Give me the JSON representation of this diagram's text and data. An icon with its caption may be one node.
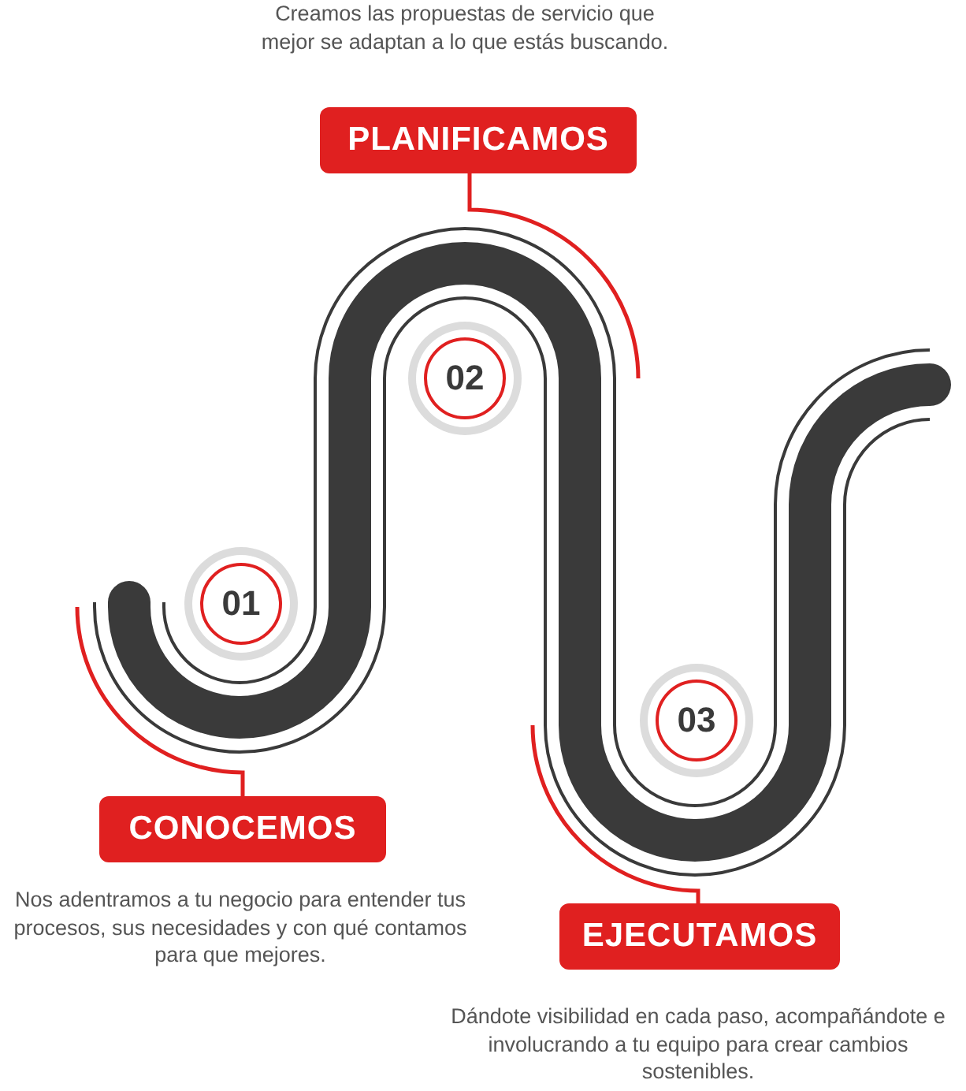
{
  "diagram": {
    "nodes": [
      {
        "text": [
          "01"
        ]
      },
      {
        "text": [
          "CONOCEMOS"
        ],
        "beside": [
          "Nos adentramos a tu negocio para entender tus procesos, sus necesidades y con qué contamos para que mejores."
        ]
      },
      {
        "text": [
          "02"
        ]
      },
      {
        "text": [
          "PLANIFICAMOS"
        ],
        "beside": [
          "Creamos las propuestas de servicio que mejor se adaptan a lo que estás buscando."
        ]
      },
      {
        "text": [
          "03"
        ]
      },
      {
        "text": [
          "EJECUTAMOS"
        ],
        "beside": [
          "Dándote visibilidad en cada paso, acompañándote e involucrando a tu equipo para crear cambios sostenibles."
        ]
      }
    ],
    "edges": [
      {
        "from": 1,
        "to": null,
        "arrow": "none"
      },
      {
        "from": 3,
        "to": null,
        "arrow": "none"
      },
      {
        "from": 5,
        "to": null,
        "arrow": "none"
      }
    ]
  }
}
